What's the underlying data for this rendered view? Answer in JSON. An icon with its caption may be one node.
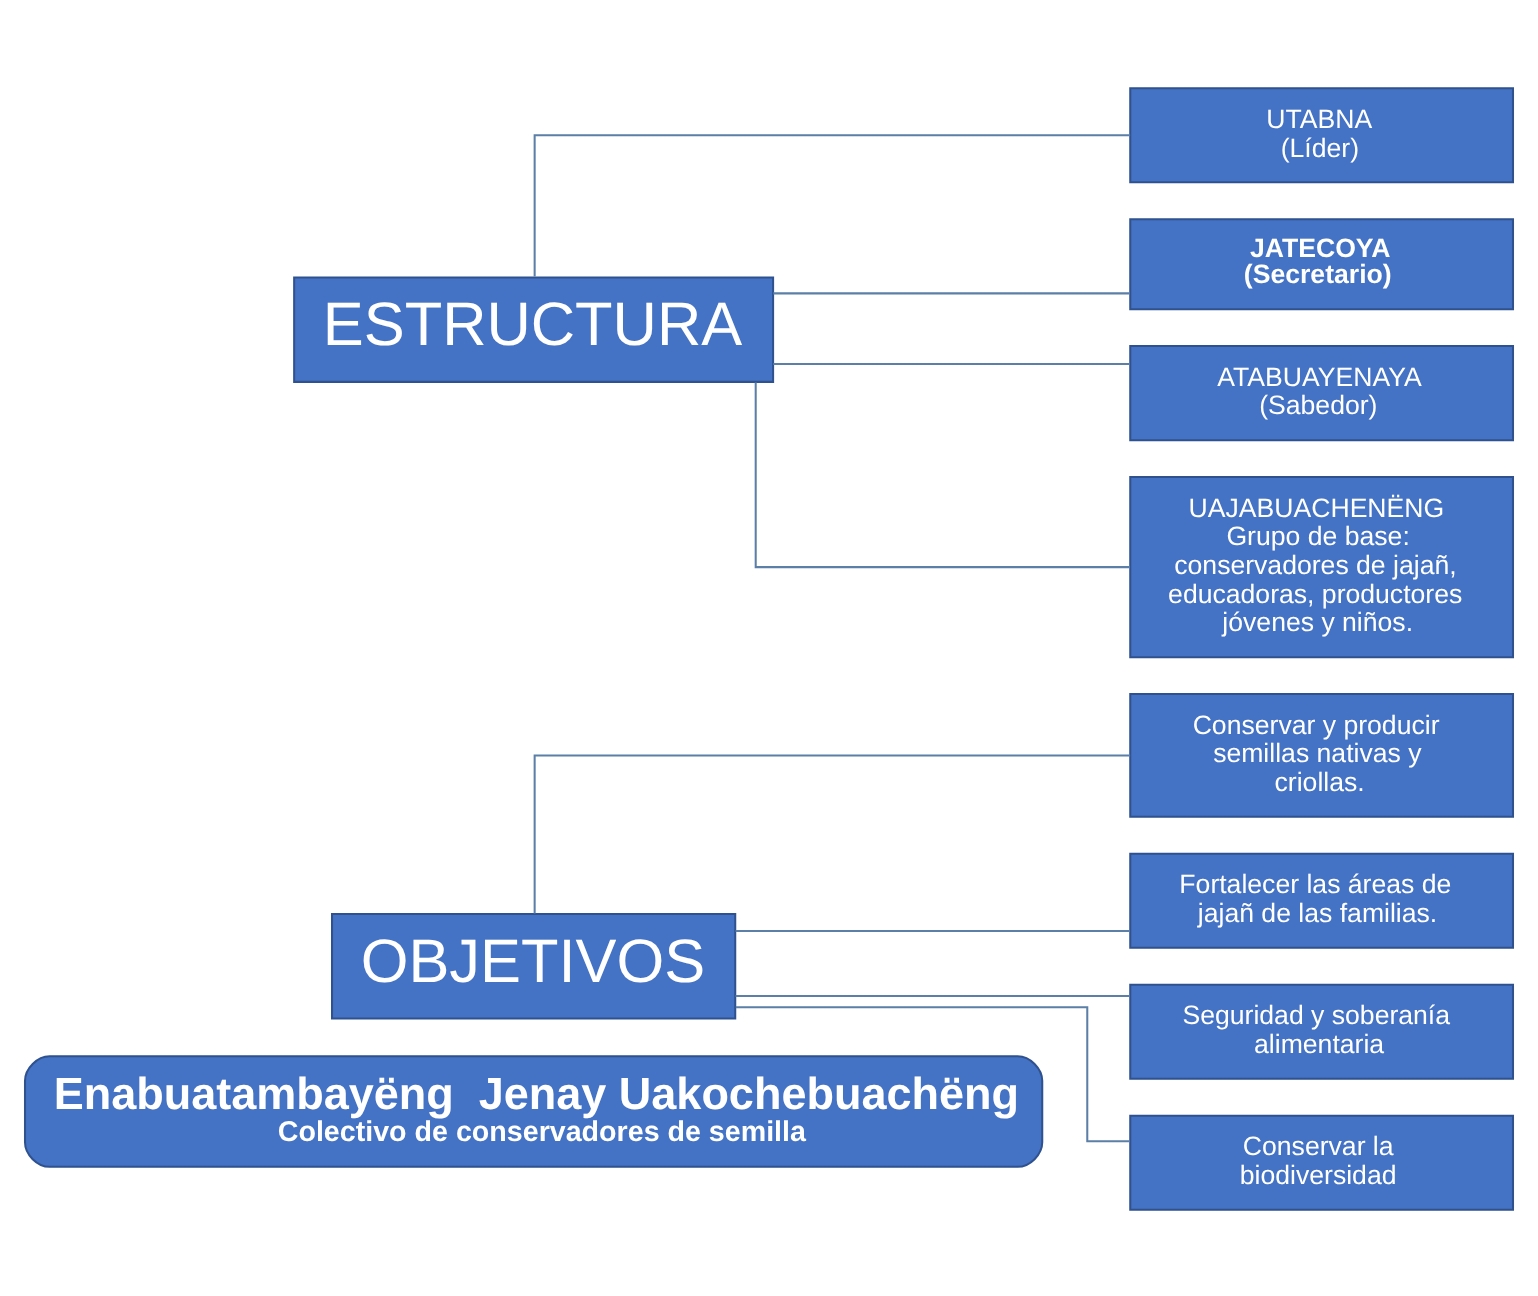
{
  "diagram": {
    "nodes": [
      {
        "text": [
          "Enabuatambayëng  Jenay Uakochebuachëng",
          "Colectivo de conservadores de semilla"
        ]
      },
      {
        "text": [
          "OBJETIVOS"
        ]
      },
      {
        "text": [
          "Conservar y producir semillas nativas y criollas."
        ]
      },
      {
        "text": [
          "Fortalecer las áreas de jajañ de las familias."
        ]
      },
      {
        "text": [
          "Seguridad y soberanía alimentaria"
        ]
      },
      {
        "text": [
          "Conservar la biodiversidad"
        ]
      },
      {
        "text": [
          "ESTRUCTURA"
        ]
      },
      {
        "text": [
          "UTABNA",
          "(Líder)"
        ]
      },
      {
        "text": [
          "JATECOYA",
          "(Secretario)"
        ]
      },
      {
        "text": [
          "ATABUAYENAYA",
          "(Sabedor)"
        ]
      },
      {
        "text": [
          "UAJABUACHENËNG",
          "Grupo de base: conservadores de jajañ, educadoras, productores jóvenes y niños."
        ]
      }
    ],
    "edges": [
      {
        "from": 1,
        "to": 2,
        "arrow": "none"
      },
      {
        "from": 1,
        "to": 3,
        "arrow": "none"
      },
      {
        "from": 1,
        "to": 4,
        "arrow": "none"
      },
      {
        "from": 1,
        "to": 5,
        "arrow": "none"
      },
      {
        "from": 6,
        "to": 7,
        "arrow": "none"
      },
      {
        "from": 6,
        "to": 8,
        "arrow": "none"
      },
      {
        "from": 6,
        "to": 9,
        "arrow": "none"
      },
      {
        "from": 6,
        "to": 10,
        "arrow": "none"
      }
    ]
  }
}
